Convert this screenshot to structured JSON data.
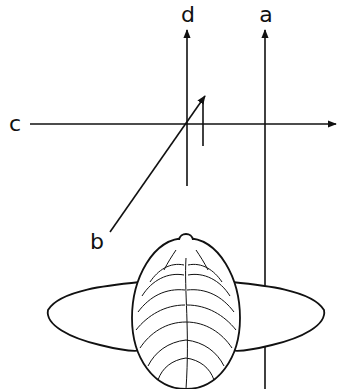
{
  "diagram": {
    "labels": [
      "d",
      "a",
      "c",
      "b"
    ]
  }
}
